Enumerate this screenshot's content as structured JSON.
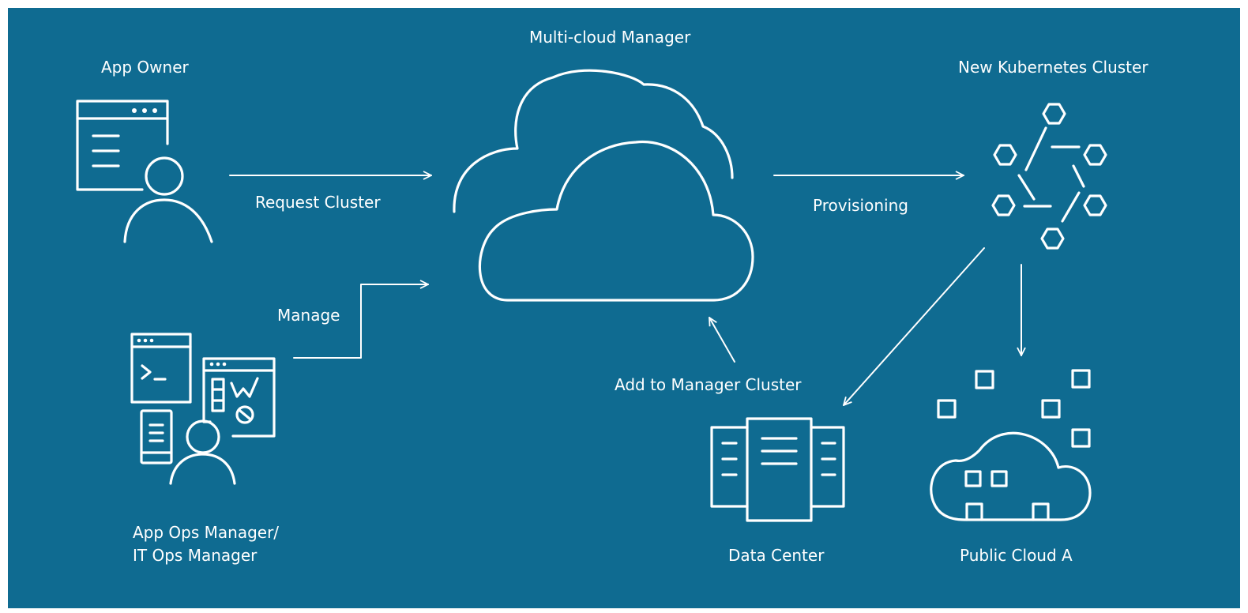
{
  "labels": {
    "manager": "Multi-cloud Manager",
    "app_owner": "App Owner",
    "k8s_cluster": "New Kubernetes Cluster",
    "request": "Request Cluster",
    "provisioning": "Provisioning",
    "manage": "Manage",
    "add_to_manager": "Add to Manager Cluster",
    "ops_line1": "App Ops Manager/",
    "ops_line2": "IT Ops Manager",
    "data_center": "Data Center",
    "public_cloud": "Public Cloud A"
  },
  "colors": {
    "background": "#0f6b91",
    "line": "#ffffff"
  }
}
